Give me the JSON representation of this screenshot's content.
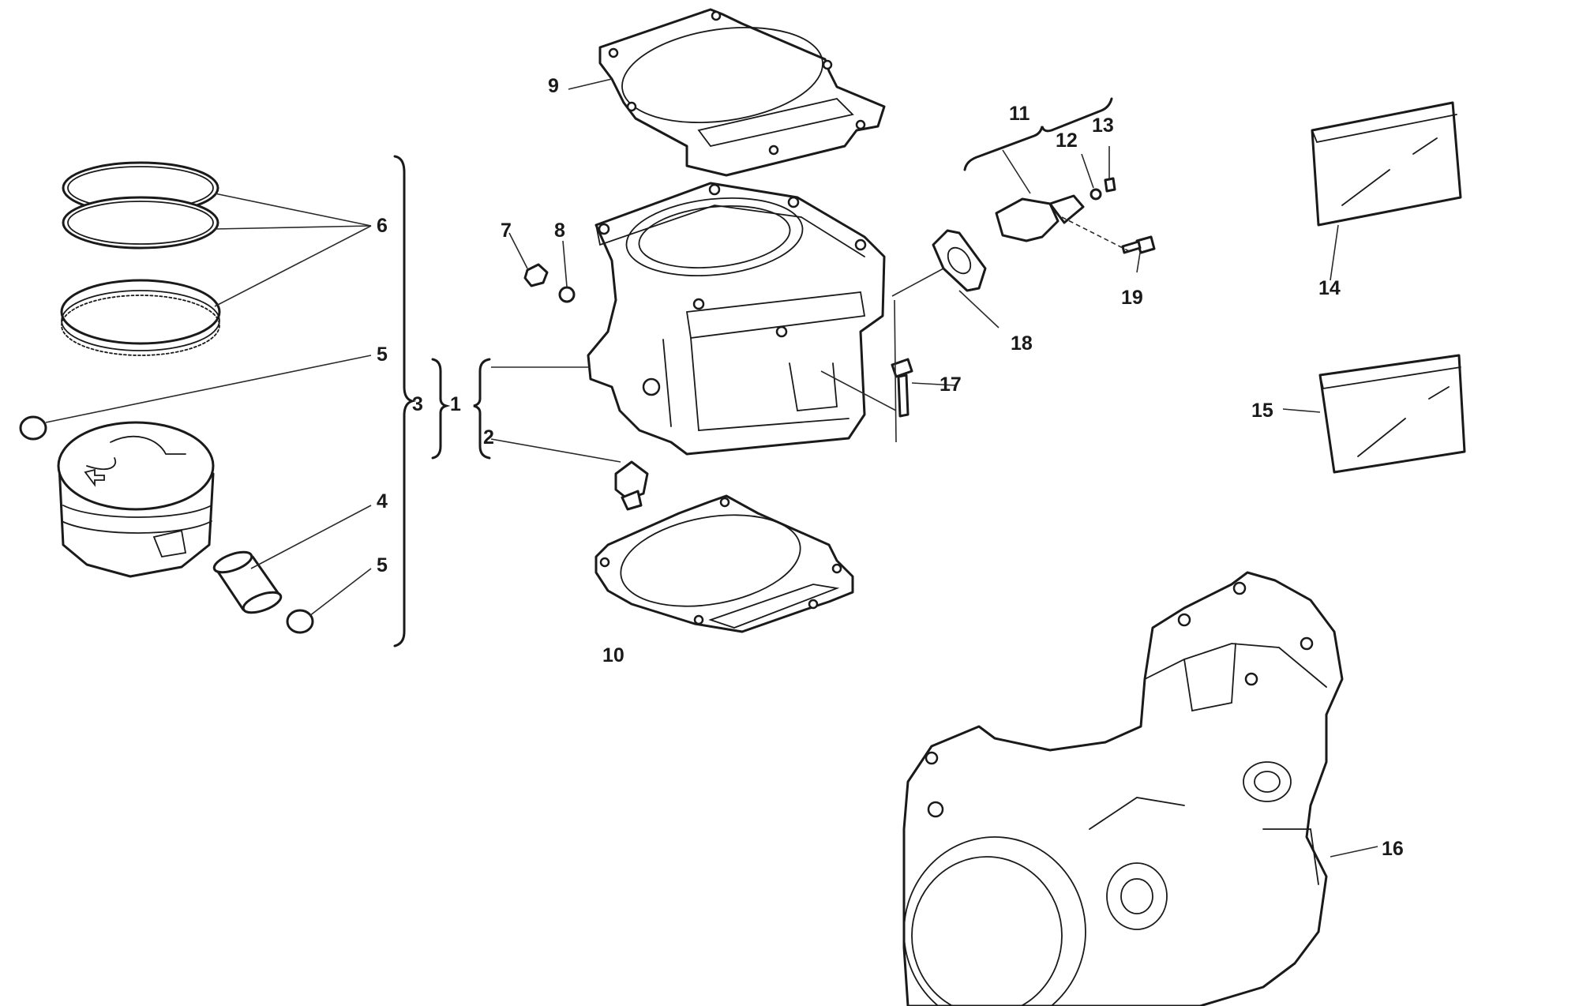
{
  "labels": {
    "p1": "1",
    "p2": "2",
    "p3": "3",
    "p4": "4",
    "p5a": "5",
    "p5b": "5",
    "p6": "6",
    "p7": "7",
    "p8": "8",
    "p9": "9",
    "p10": "10",
    "p11": "11",
    "p12": "12",
    "p13": "13",
    "p14": "14",
    "p15": "15",
    "p16": "16",
    "p17": "17",
    "p18": "18",
    "p19": "19"
  },
  "icons": [
    "piston",
    "piston-rings",
    "circlip",
    "piston-pin",
    "cylinder",
    "head-gasket",
    "base-gasket",
    "chain-tensioner",
    "bolt",
    "washer",
    "sealant-bag",
    "engine"
  ],
  "colors": {
    "line": "#1a1a1a",
    "background": "#ffffff"
  }
}
